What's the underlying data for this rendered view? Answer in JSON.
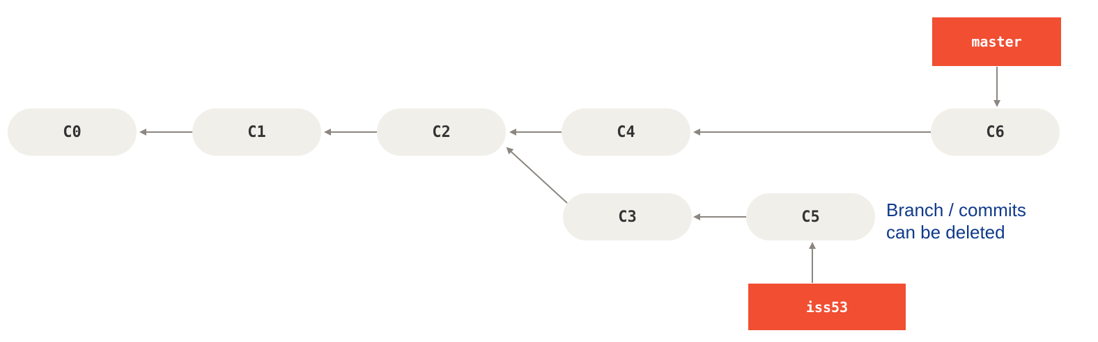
{
  "colors": {
    "commit_fill": "#f0efea",
    "commit_text": "#333333",
    "branch_fill": "#f14e32",
    "branch_text": "#ffffff",
    "arrow": "#8b8680",
    "note_text": "#0f3a8a"
  },
  "commits": [
    {
      "id": "c0",
      "label": "C0"
    },
    {
      "id": "c1",
      "label": "C1"
    },
    {
      "id": "c2",
      "label": "C2"
    },
    {
      "id": "c4",
      "label": "C4"
    },
    {
      "id": "c6",
      "label": "C6"
    },
    {
      "id": "c3",
      "label": "C3"
    },
    {
      "id": "c5",
      "label": "C5"
    }
  ],
  "branches": [
    {
      "id": "master",
      "label": "master",
      "points_to": "C6"
    },
    {
      "id": "iss53",
      "label": "iss53",
      "points_to": "C5"
    }
  ],
  "edges": [
    {
      "from": "C1",
      "to": "C0"
    },
    {
      "from": "C2",
      "to": "C1"
    },
    {
      "from": "C4",
      "to": "C2"
    },
    {
      "from": "C6",
      "to": "C4"
    },
    {
      "from": "C3",
      "to": "C2"
    },
    {
      "from": "C5",
      "to": "C3"
    },
    {
      "from": "master",
      "to": "C6"
    },
    {
      "from": "iss53",
      "to": "C5"
    }
  ],
  "note": {
    "line1": "Branch / commits",
    "line2": "can be deleted"
  }
}
